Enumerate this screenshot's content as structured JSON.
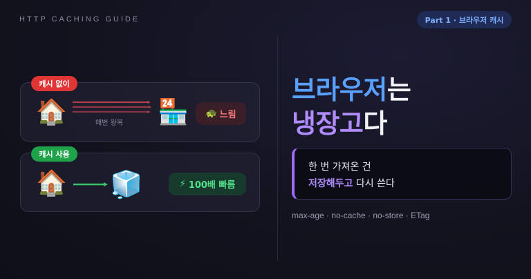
{
  "header": {
    "guide_title": "HTTP CACHING GUIDE",
    "part_badge": "Part 1 · 브라우저 캐시"
  },
  "no_cache_card": {
    "tag": "캐시 없이",
    "caption": "매번 왕복",
    "result_icon": "🐢",
    "result_label": "느림",
    "tag_color": "#e03535"
  },
  "cache_card": {
    "tag": "캐시 사용",
    "result_icon": "⚡",
    "result_label": "100배 빠름",
    "tag_color": "#1fa34a"
  },
  "icons": {
    "home": "🏠",
    "store": "🏪",
    "ice": "🧊"
  },
  "headline": {
    "line1_accent": "브라우저",
    "line1_rest": "는",
    "line2_accent": "냉장고",
    "line2_rest": "다"
  },
  "quote": {
    "line1": "한 번 가져온 건",
    "line2_accent": "저장해두고",
    "line2_rest": " 다시 쓴다"
  },
  "keywords": "max-age · no-cache · no-store · ETag",
  "colors": {
    "blue": "#5aa0ff",
    "purple": "#b08cff",
    "red": "#ff7a7a",
    "green": "#52e08a"
  }
}
